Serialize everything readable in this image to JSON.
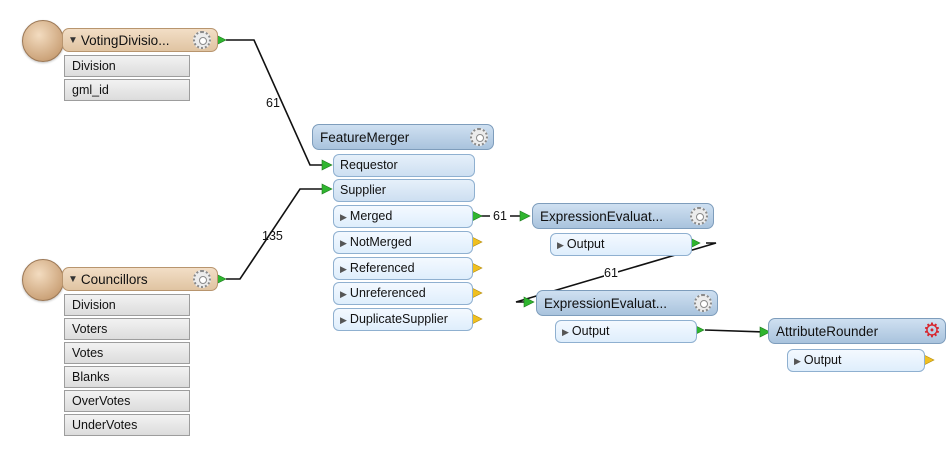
{
  "readers": {
    "voting": {
      "title": "VotingDivisio...",
      "attributes": [
        "Division",
        "gml_id"
      ]
    },
    "councillors": {
      "title": "Councillors",
      "attributes": [
        "Division",
        "Voters",
        "Votes",
        "Blanks",
        "OverVotes",
        "UnderVotes"
      ]
    }
  },
  "feature_merger": {
    "title": "FeatureMerger",
    "inputs": [
      "Requestor",
      "Supplier"
    ],
    "outputs": [
      "Merged",
      "NotMerged",
      "Referenced",
      "Unreferenced",
      "DuplicateSupplier"
    ]
  },
  "expression_evaluator_1": {
    "title": "ExpressionEvaluat...",
    "outputs": [
      "Output"
    ]
  },
  "expression_evaluator_2": {
    "title": "ExpressionEvaluat...",
    "outputs": [
      "Output"
    ]
  },
  "attribute_rounder": {
    "title": "AttributeRounder",
    "outputs": [
      "Output"
    ]
  },
  "connection_counts": {
    "voting_to_requestor": "61",
    "councillors_to_supplier": "135",
    "merged_to_evaluator1": "61",
    "evaluator1_to_evaluator2": "61"
  },
  "colors": {
    "reader_header": "#e0c4a2",
    "transformer_header": "#a9c3dd",
    "port_arrow_green": "#2fb52f",
    "port_arrow_yellow": "#f0c020",
    "rounder_gear": "#d7262e"
  },
  "icons": {
    "reader": "database-reader-icon",
    "settings": "gear-icon",
    "rounder_settings": "red-gear-icon",
    "connected_port": "green-arrow-icon",
    "unconnected_port": "yellow-arrow-icon"
  }
}
